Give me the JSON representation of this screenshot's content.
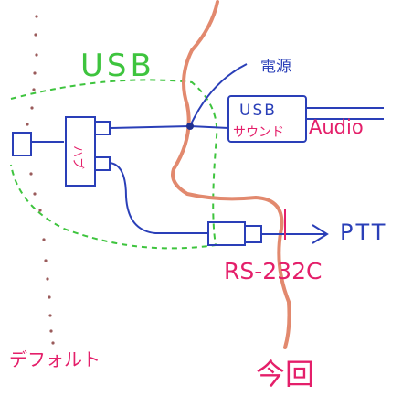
{
  "labels": {
    "usb": "USB",
    "power": "電源",
    "hub": "ハブ",
    "usb_sound_line1": "USB",
    "usb_sound_line2": "サウンド",
    "audio": "Audio",
    "ptt": "PTT",
    "rs232c": "RS-232C",
    "default": "デフォルト",
    "kongkai": "今回"
  },
  "colors": {
    "green": "#3ec43e",
    "blue": "#2a3fb8",
    "dark_blue": "#1f2f8f",
    "pink": "#e41f6a",
    "orange": "#e2896e",
    "dots": "#9a5b5b"
  }
}
